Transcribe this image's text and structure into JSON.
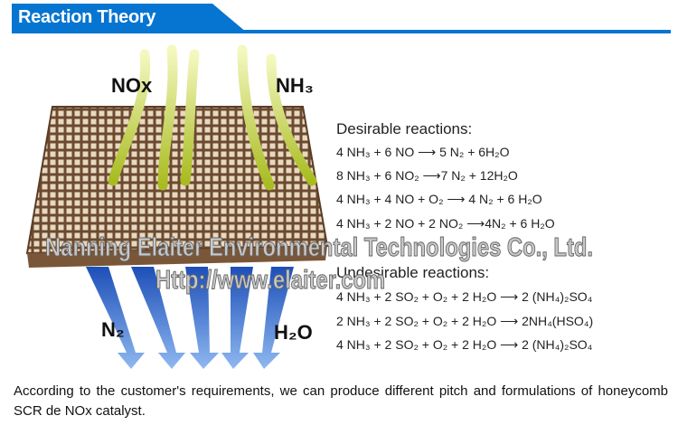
{
  "header": {
    "title": "Reaction Theory"
  },
  "diagram": {
    "labels": {
      "nox": "NOx",
      "nh3": "NH₃",
      "n2": "N₂",
      "h2o": "H₂O"
    }
  },
  "reactions": {
    "desirable_heading": "Desirable reactions:",
    "desirable": [
      "4 NH₃ + 6 NO ⟶ 5 N₂ + 6H₂O",
      "8 NH₃ + 6 NO₂ ⟶7 N₂ + 12H₂O",
      "4 NH₃ + 4 NO + O₂ ⟶ 4 N₂ + 6 H₂O",
      "4 NH₃ + 2 NO + 2 NO₂ ⟶4N₂ + 6 H₂O"
    ],
    "undesirable_heading": "Undesirable reactions:",
    "undesirable": [
      "4 NH₃ + 2 SO₂ + O₂ + 2 H₂O ⟶ 2 (NH₄)₂SO₄",
      "2 NH₃ + 2 SO₂ + O₂ + 2 H₂O ⟶ 2NH₄(HSO₄)",
      "4 NH₃ + 2 SO₂ + O₂ + 2 H₂O ⟶ 2 (NH₄)₂SO₄"
    ]
  },
  "watermark": {
    "company": "Nanning Elaiter Environmental Technologies Co., Ltd.",
    "url": "Http://www.elaiter.com"
  },
  "description": "According to the customer's requirements, we can produce different pitch and formulations of honeycomb SCR de NOx catalyst.",
  "colors": {
    "brand": "#0575d1",
    "grid": "#8a6a4a",
    "inflow": "#c8d84a",
    "outflow": "#3a78d8"
  }
}
